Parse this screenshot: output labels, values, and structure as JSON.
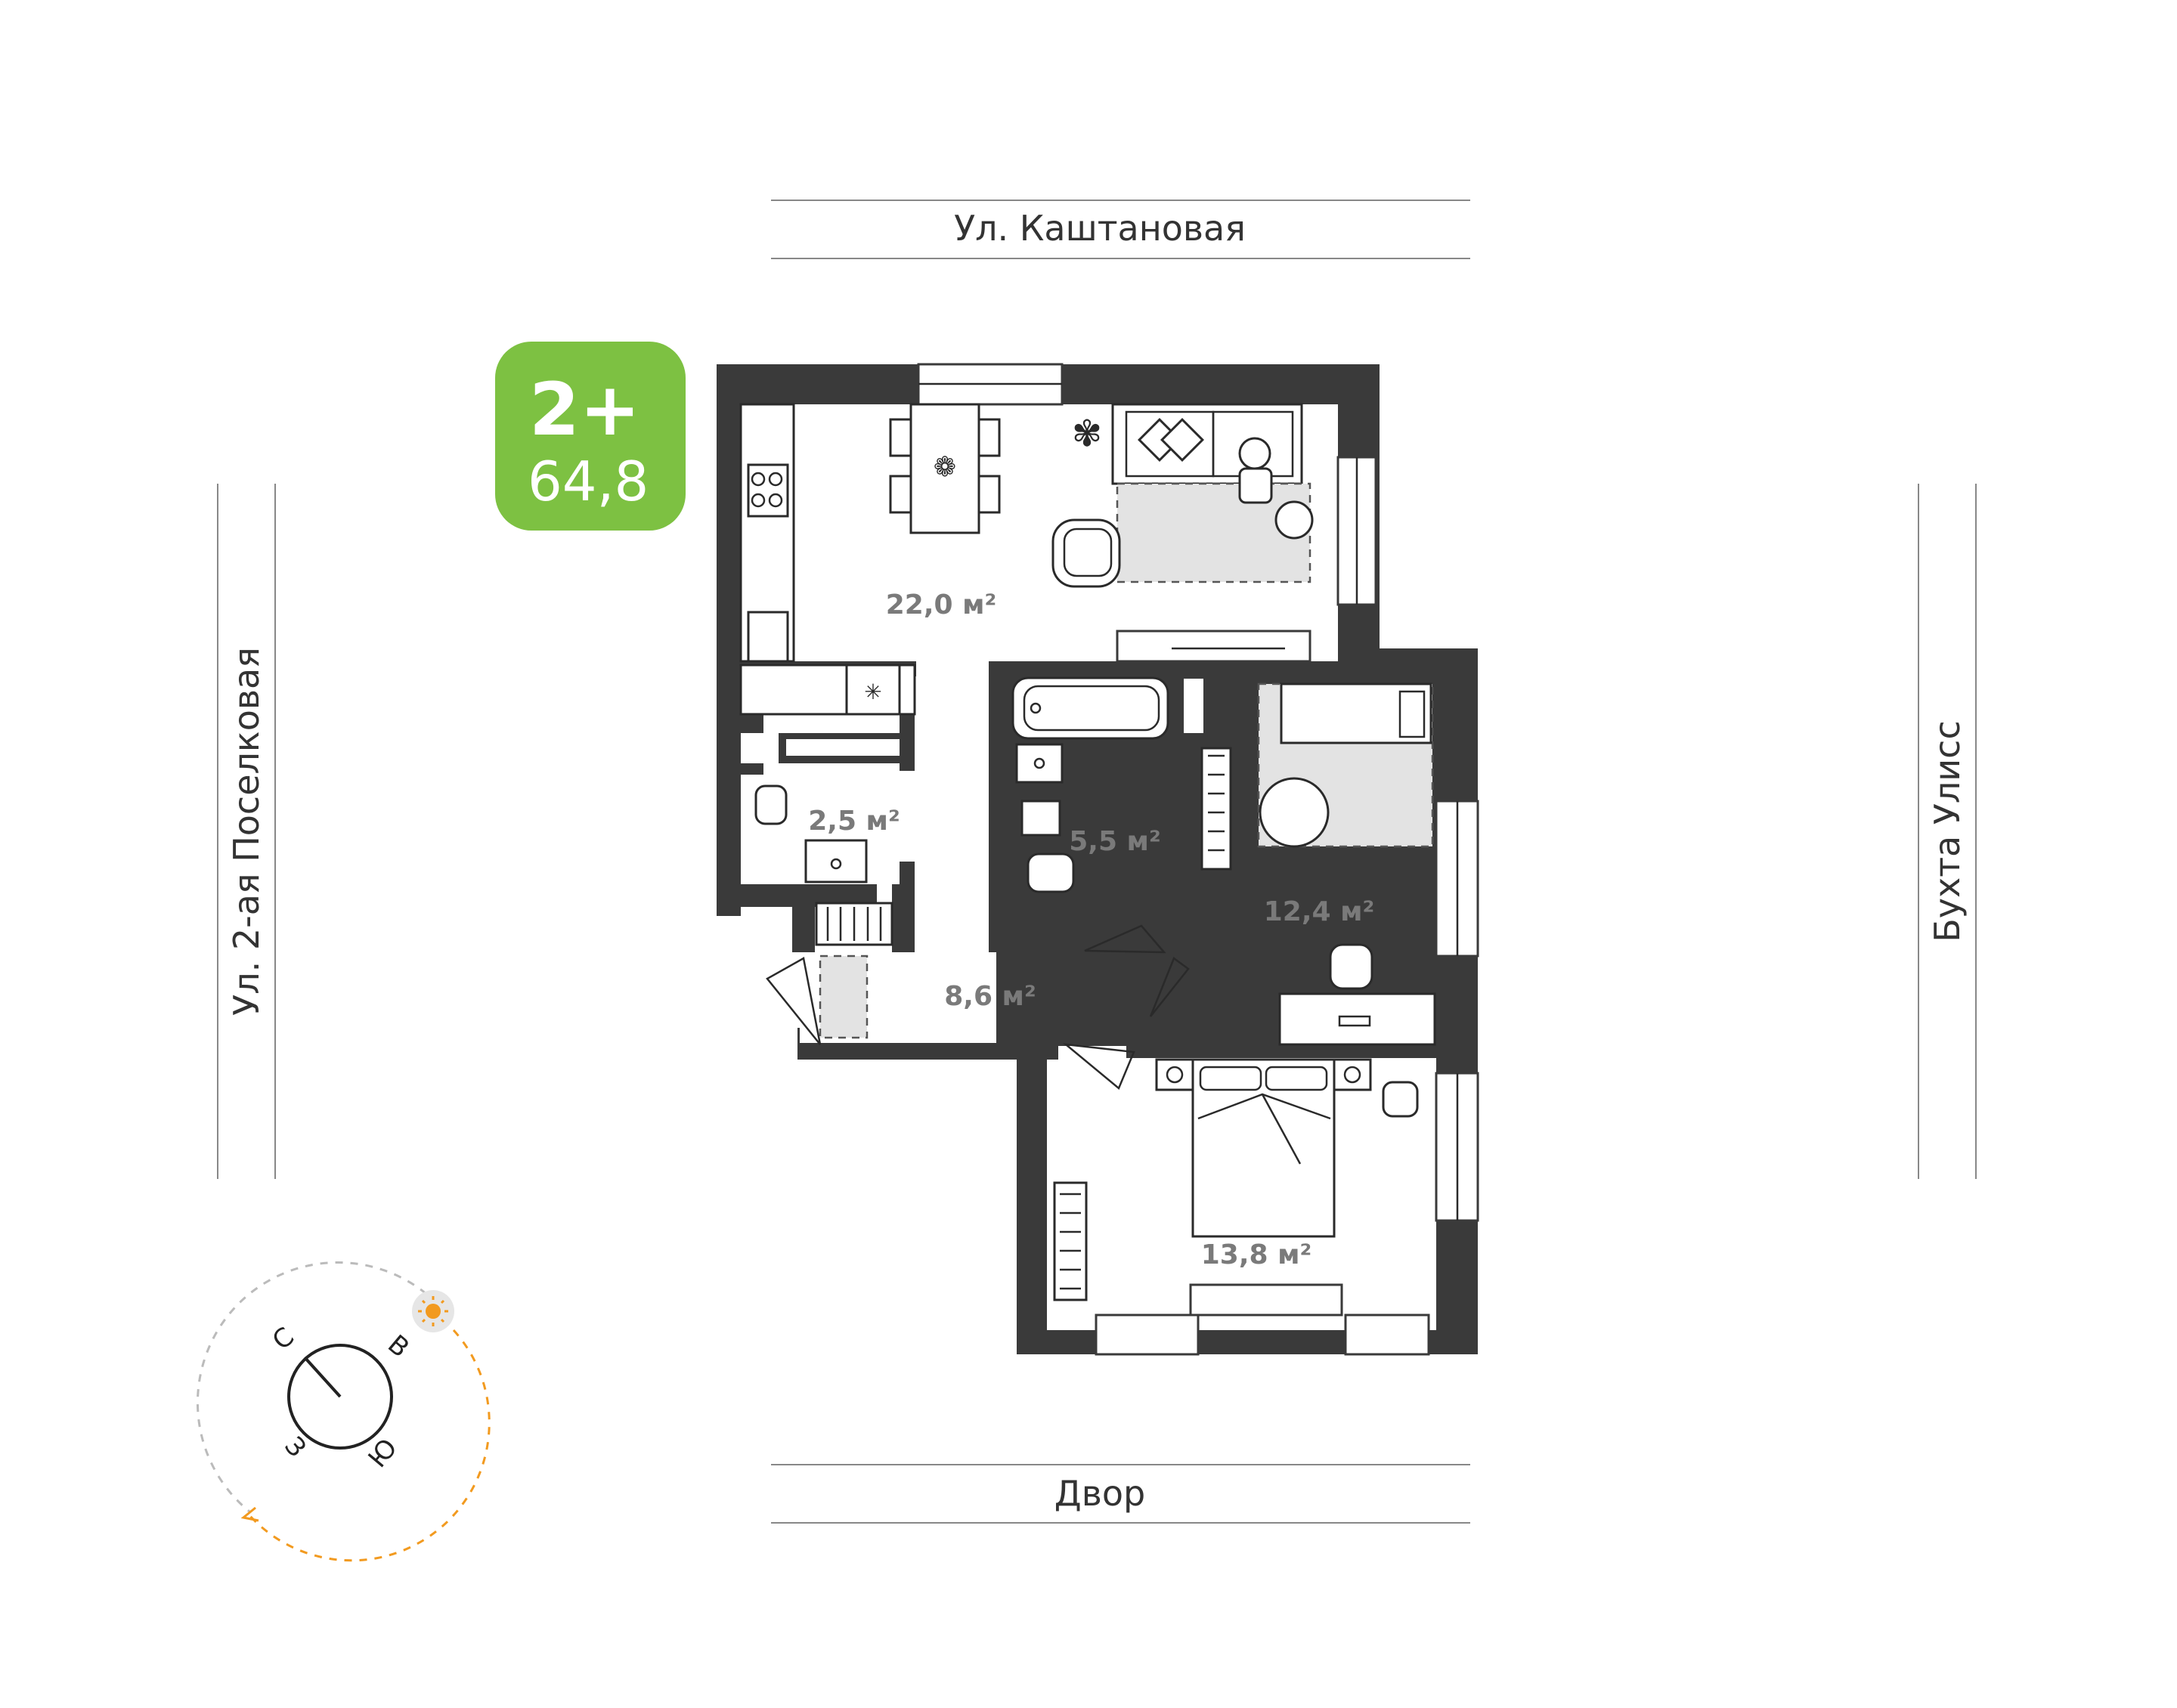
{
  "streets": {
    "top": "Ул. Каштановая",
    "bottom": "Двор",
    "left": "Ул. 2-ая Поселковая",
    "right": "Бухта Улисс"
  },
  "badge": {
    "rooms": "2+",
    "area": "64,8",
    "color": "#7dc142"
  },
  "rooms": {
    "kitchen_living": "22,0 м²",
    "wc": "2,5 м²",
    "bathroom": "5,5 м²",
    "bedroom_small": "12,4 м²",
    "hall": "8,6 м²",
    "bedroom_master": "13,8 м²"
  },
  "compass": {
    "north": "С",
    "east": "В",
    "south": "Ю",
    "west": "З",
    "sun_color": "#f29a1f"
  },
  "colors": {
    "wall": "#3a3a3a",
    "rug": "#e3e3e3"
  }
}
